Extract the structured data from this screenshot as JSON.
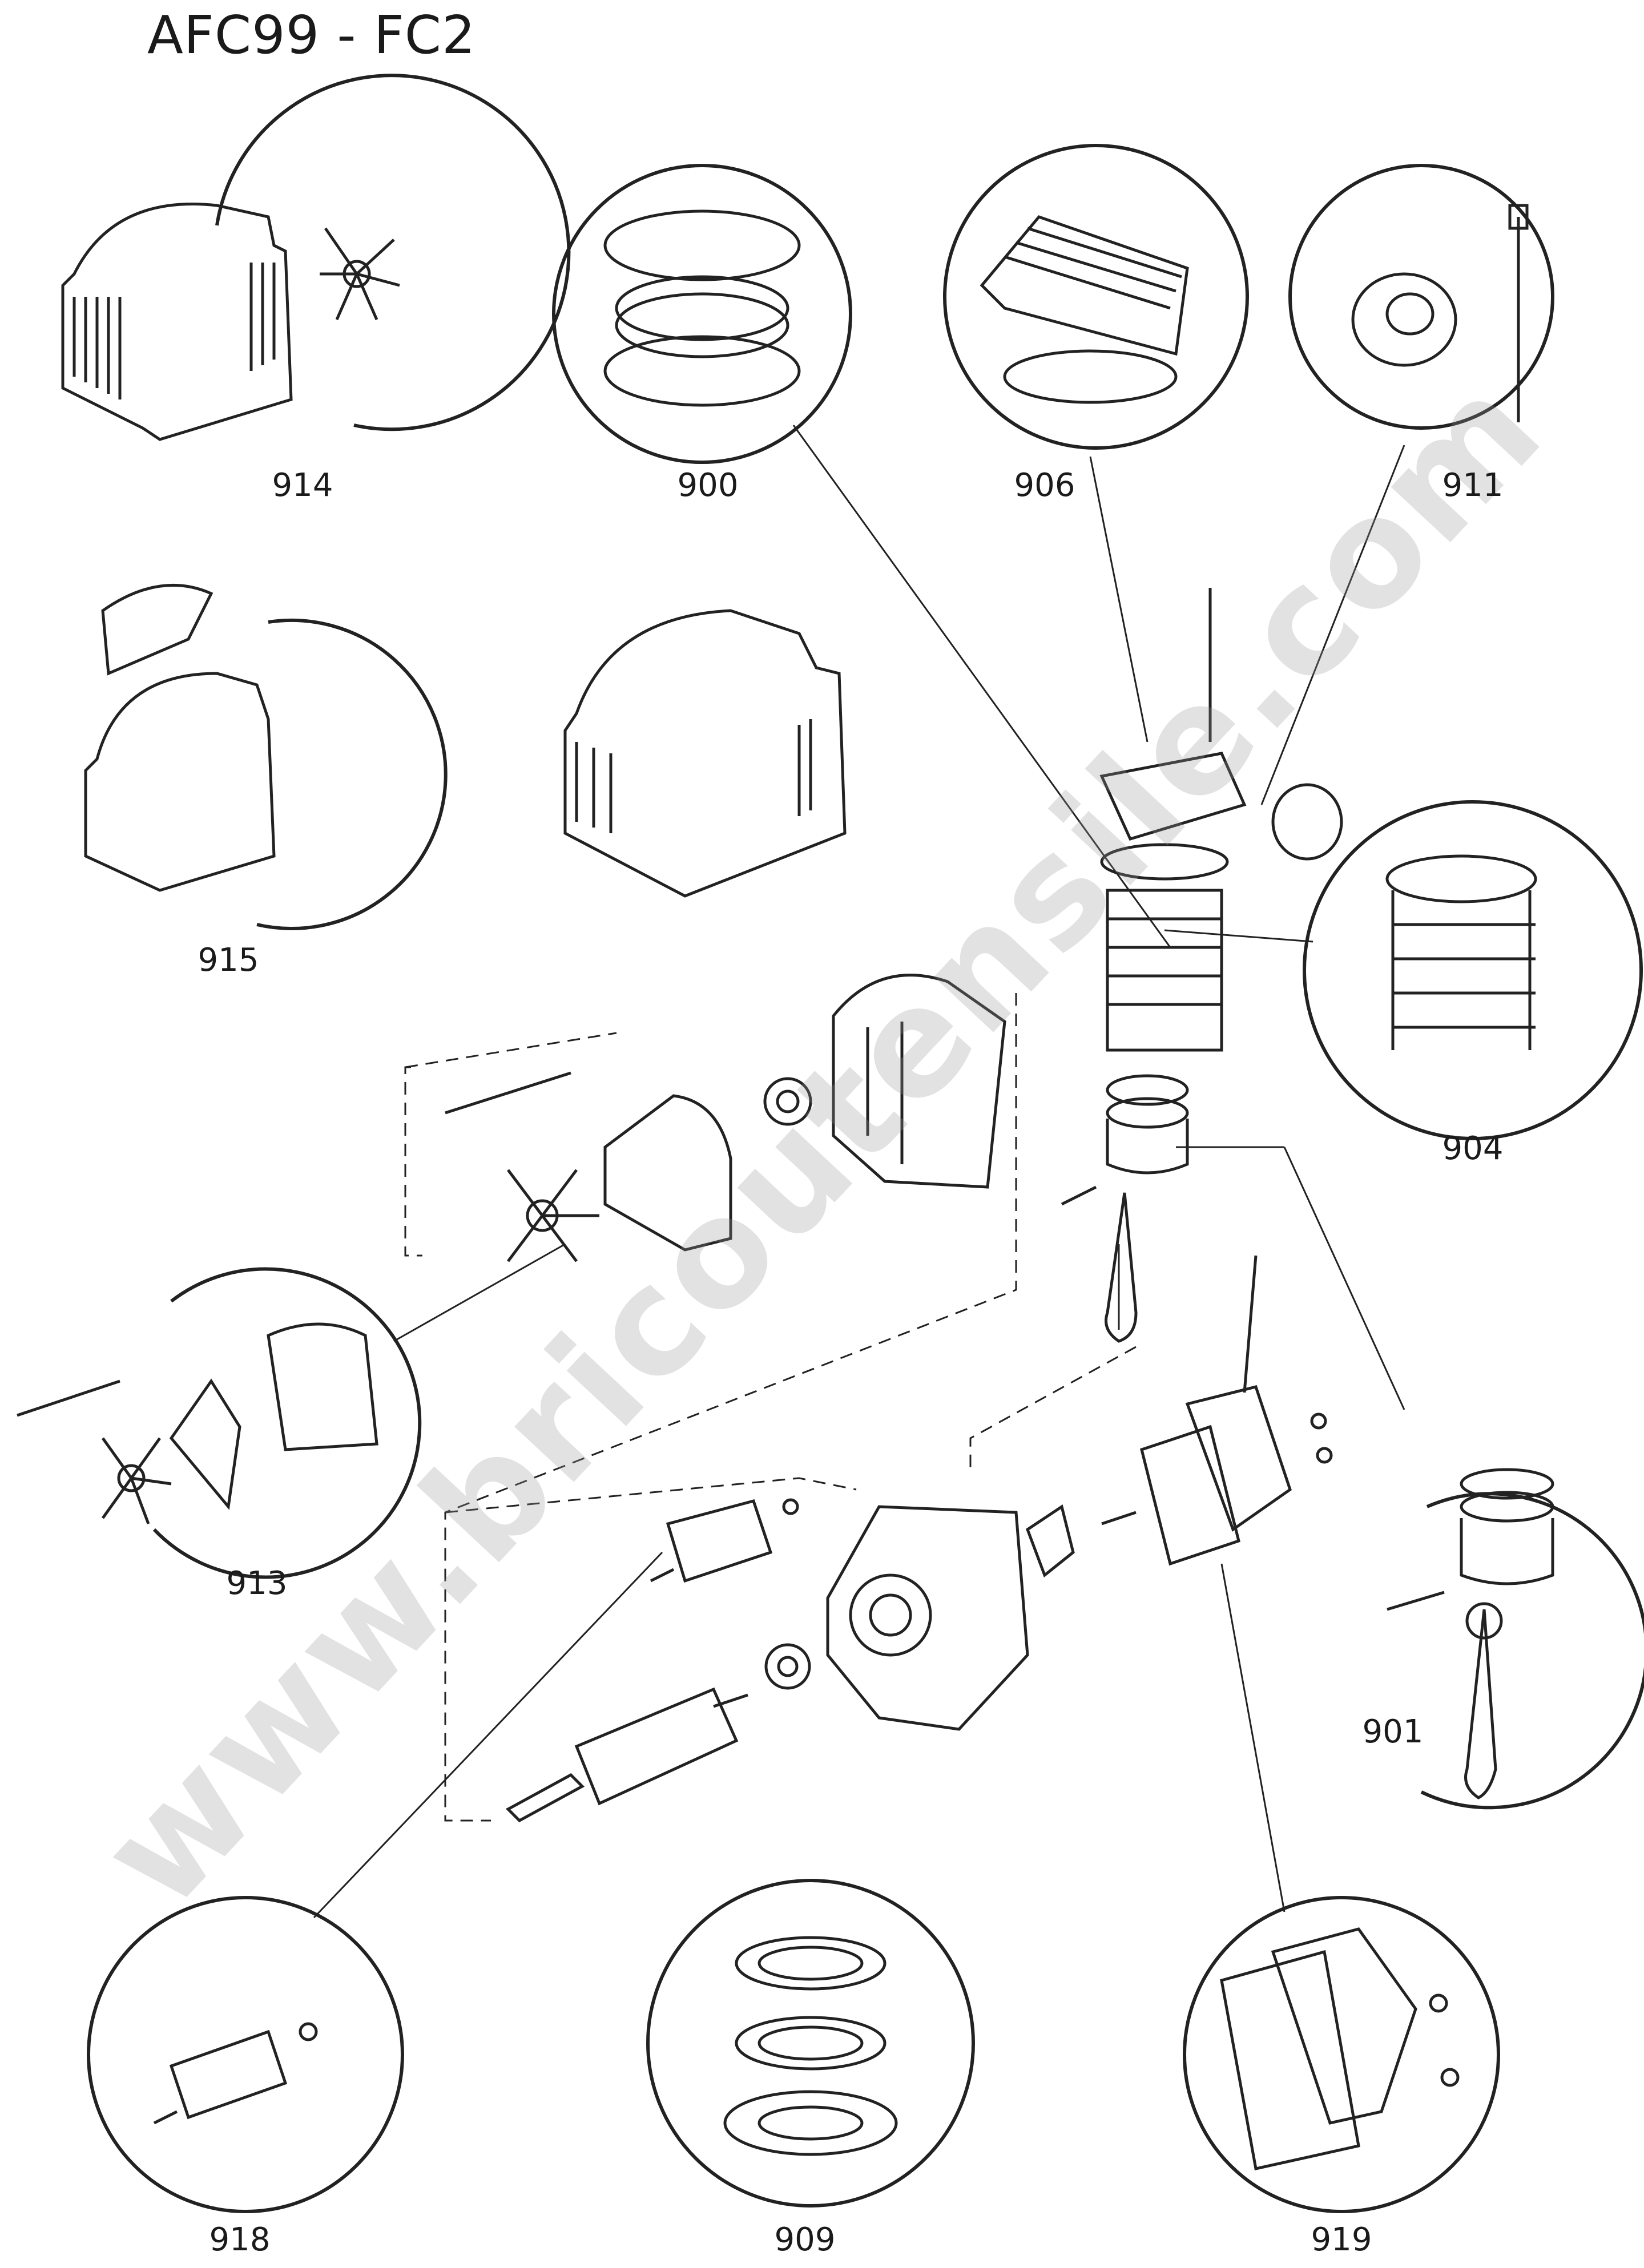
{
  "title": "AFC99 - FC2",
  "watermark": "www.bricoutensile.com",
  "parts": [
    {
      "id": "914",
      "label": "914"
    },
    {
      "id": "900",
      "label": "900"
    },
    {
      "id": "906",
      "label": "906"
    },
    {
      "id": "911",
      "label": "911"
    },
    {
      "id": "915",
      "label": "915"
    },
    {
      "id": "904",
      "label": "904"
    },
    {
      "id": "913",
      "label": "913"
    },
    {
      "id": "901",
      "label": "901"
    },
    {
      "id": "918",
      "label": "918"
    },
    {
      "id": "909",
      "label": "909"
    },
    {
      "id": "919",
      "label": "919"
    }
  ]
}
